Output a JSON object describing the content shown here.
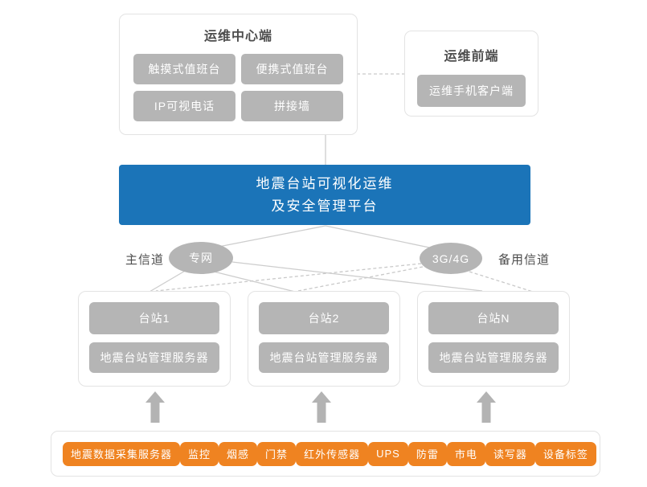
{
  "colors": {
    "platform_blue": "#1b74b8",
    "node_gray": "#b5b5b5",
    "device_orange": "#ef8321",
    "line_gray": "#cdcdcd",
    "text_dark": "#4d4d4d"
  },
  "ops_center": {
    "title": "运维中心端",
    "items": [
      "触摸式值班台",
      "便携式值班台",
      "IP可视电话",
      "拼接墙"
    ]
  },
  "ops_front": {
    "title": "运维前端",
    "items": [
      "运维手机客户端"
    ]
  },
  "platform": {
    "line1": "地震台站可视化运维",
    "line2": "及安全管理平台"
  },
  "channels": {
    "primary_label": "主信道",
    "primary_node": "专网",
    "backup_node": "3G/4G",
    "backup_label": "备用信道"
  },
  "stations": [
    {
      "name": "台站1",
      "server": "地震台站管理服务器"
    },
    {
      "name": "台站2",
      "server": "地震台站管理服务器"
    },
    {
      "name": "台站N",
      "server": "地震台站管理服务器"
    }
  ],
  "devices": [
    "地震数据采集服务器",
    "监控",
    "烟感",
    "门禁",
    "红外传感器",
    "UPS",
    "防雷",
    "市电",
    "读写器",
    "设备标签"
  ]
}
